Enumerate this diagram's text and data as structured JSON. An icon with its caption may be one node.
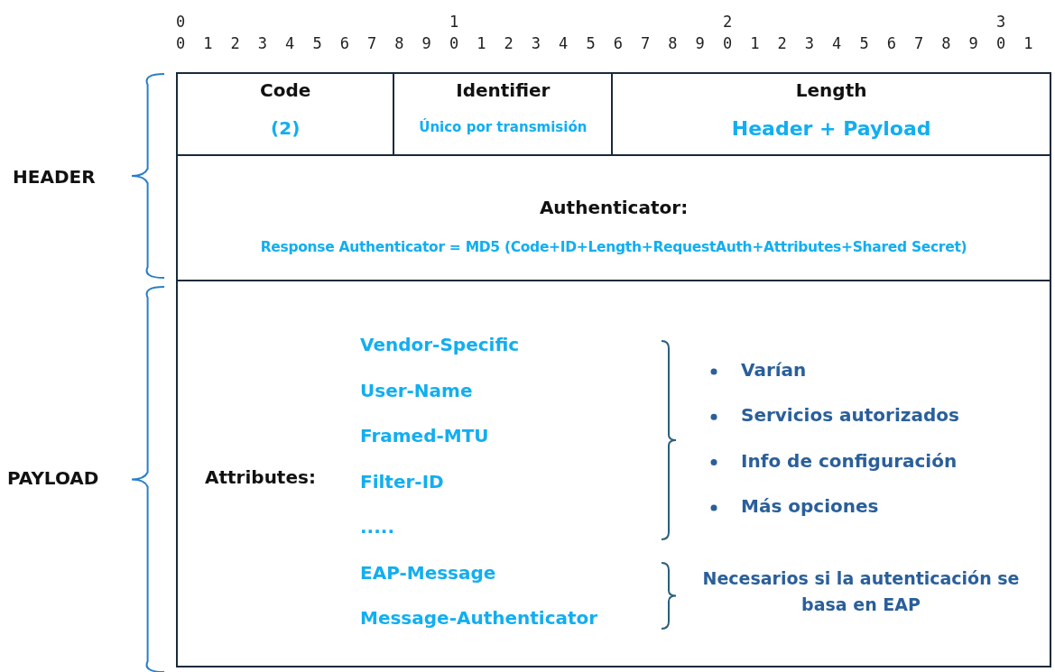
{
  "diagram": {
    "nodes": [
      {
        "text": [
          "Code",
          "(2)"
        ]
      },
      {
        "text": [
          "Identifier",
          "Único por transmisión"
        ]
      },
      {
        "text": [
          "Length",
          "Header + Payload"
        ]
      },
      {
        "text": [
          "Authenticator:",
          "Response Authenticator = MD5 (Code+ID+Length+RequestAuth+Attributes+Shared Secret)"
        ]
      },
      {
        "text": [
          "Attributes:"
        ]
      }
    ],
    "labels": [
      "0",
      "1",
      "2",
      "3",
      "0",
      "1",
      "2",
      "3",
      "4",
      "5",
      "6",
      "7",
      "8",
      "9",
      "0",
      "1",
      "2",
      "3",
      "4",
      "5",
      "6",
      "7",
      "8",
      "9",
      "0",
      "1",
      "2",
      "3",
      "4",
      "5",
      "6",
      "7",
      "8",
      "9",
      "0",
      "1",
      "HEADER",
      "PAYLOAD",
      "Vendor-Specific",
      "User-Name",
      "Framed-MTU",
      "Filter-ID",
      ".....",
      "EAP-Message",
      "Message-Authenticator",
      "Varían",
      "Servicios autorizados",
      "Info de configuración",
      "Más opciones",
      "Necesarios si la autenticación se basa en EAP"
    ]
  }
}
